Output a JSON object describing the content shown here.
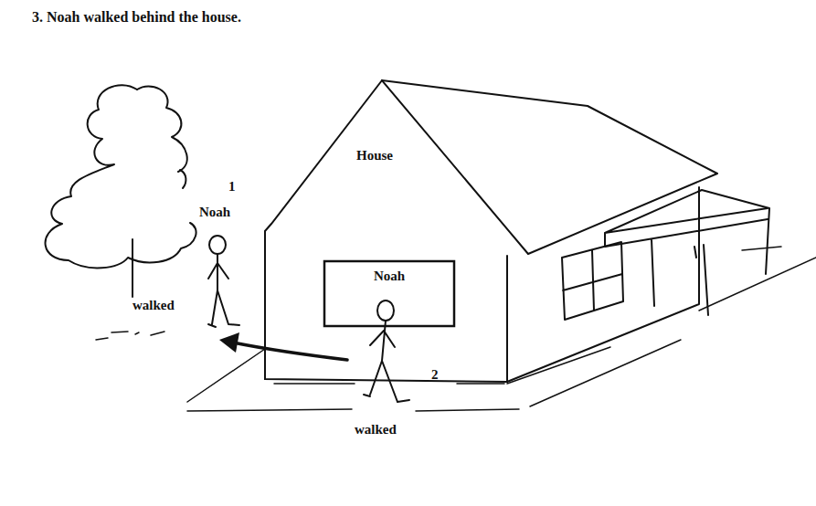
{
  "diagram": {
    "title": "3. Noah walked behind the house.",
    "nodes": [
      {
        "text": [
          "House"
        ]
      },
      {
        "text": [
          "Noah"
        ],
        "in": 0
      }
    ],
    "labels": [
      "1",
      "Noah",
      "walked",
      "2",
      "walked"
    ]
  }
}
